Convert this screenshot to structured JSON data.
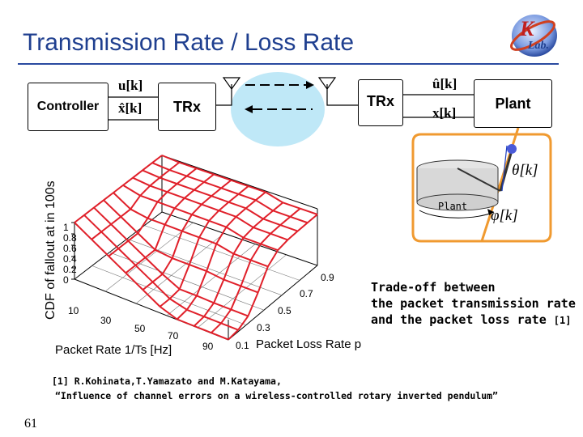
{
  "slide": {
    "title": "Transmission Rate / Loss Rate",
    "page_number": "61"
  },
  "logo": {
    "text_top": "K",
    "text_bottom": "Lab."
  },
  "block_diagram": {
    "controller_label": "Controller",
    "trx_left_label": "TRx",
    "trx_right_label": "TRx",
    "plant_label": "Plant",
    "signal_u": "u[k]",
    "signal_xhat": "x̂[k]",
    "signal_uhat": "û[k]",
    "signal_x": "x[k]"
  },
  "pendulum": {
    "plant_label": "Plant",
    "theta_label": "θ[k]",
    "phi_label": "φ[k]"
  },
  "surface_plot": {
    "zlabel": "CDF of fallout at in 100s",
    "z_ticks": [
      "1",
      "0.8",
      "0.6",
      "0.4",
      "0.2",
      "0"
    ],
    "x_ticks": [
      "10",
      "30",
      "50",
      "70",
      "90"
    ],
    "y_ticks": [
      "0.1",
      "0.3",
      "0.5",
      "0.7",
      "0.9"
    ],
    "xlabel": "Packet Rate 1/Ts [Hz]",
    "ylabel": "Packet Loss Rate p",
    "surface_color": "#e0202a"
  },
  "note": {
    "line1": "Trade-off between",
    "line2": "the packet transmission rate",
    "line3": "and the packet loss rate",
    "citation": "[1]"
  },
  "reference": {
    "line1": "[1] R.Kohinata,T.Yamazato and M.Katayama,",
    "line2": "“Influence of channel errors on a wireless-controlled rotary inverted pendulum”"
  }
}
